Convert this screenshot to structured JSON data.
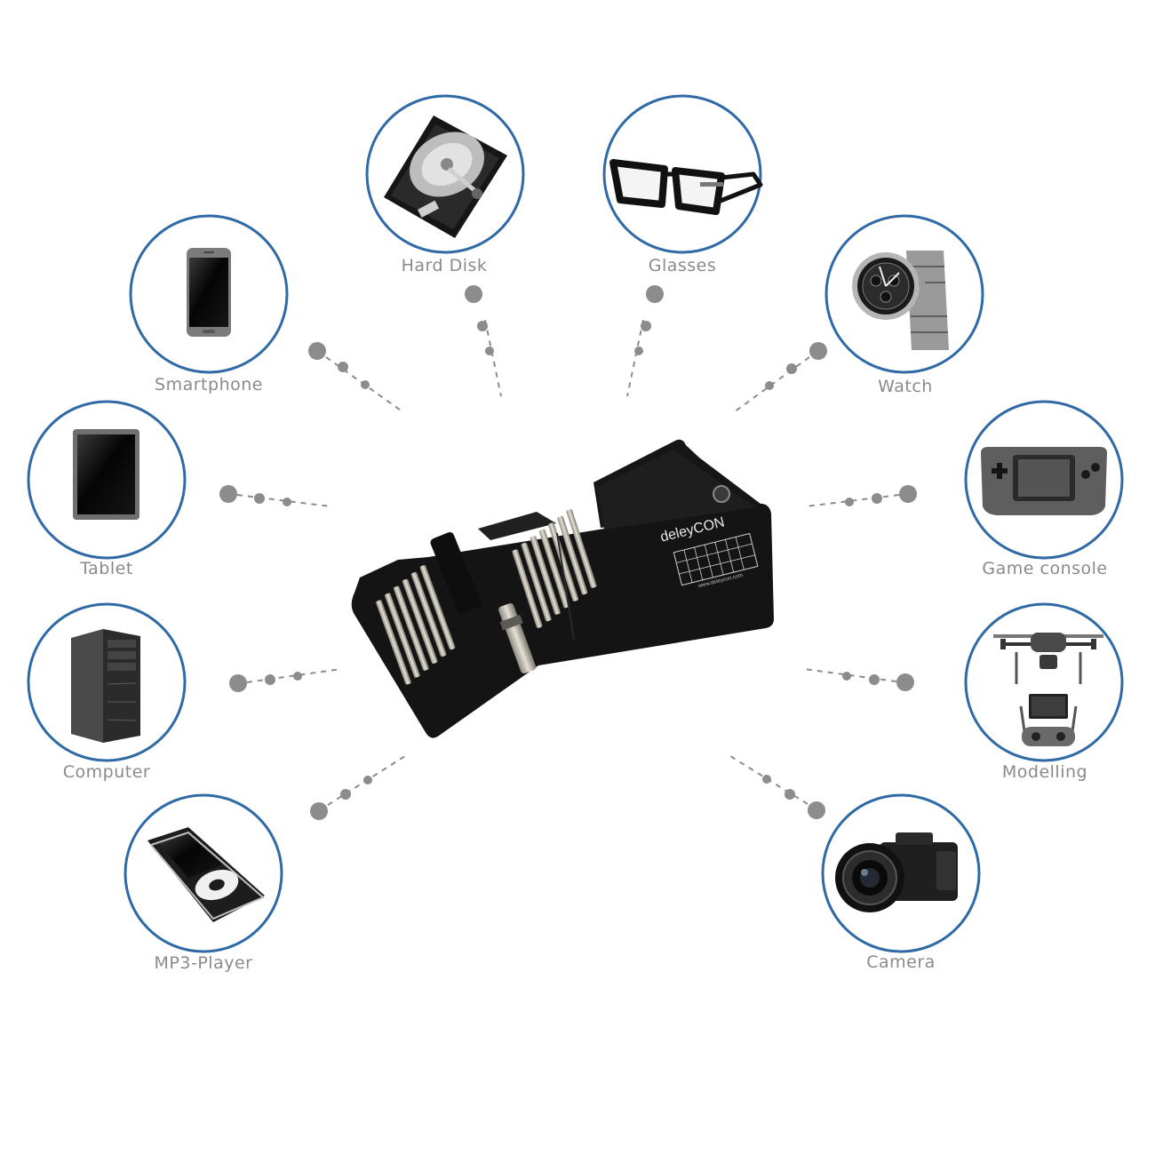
{
  "items": {
    "hard_disk": "Hard Disk",
    "glasses": "Glasses",
    "smartphone": "Smartphone",
    "watch": "Watch",
    "tablet": "Tablet",
    "game_console": "Game console",
    "computer": "Computer",
    "modelling": "Modelling",
    "mp3_player": "MP3-Player",
    "camera": "Camera"
  },
  "product": {
    "brand": "deleyCON",
    "url": "www.deleycon.com"
  },
  "colors": {
    "circle_ring": "#2f6aa6",
    "label": "#8a8a8a",
    "connector": "#8c8c8c",
    "case": "#141414"
  },
  "icons": [
    "hard-disk-icon",
    "glasses-icon",
    "smartphone-icon",
    "watch-icon",
    "tablet-icon",
    "game-console-icon",
    "computer-icon",
    "drone-icon",
    "mp3-player-icon",
    "camera-icon",
    "screwdriver-set-icon"
  ]
}
